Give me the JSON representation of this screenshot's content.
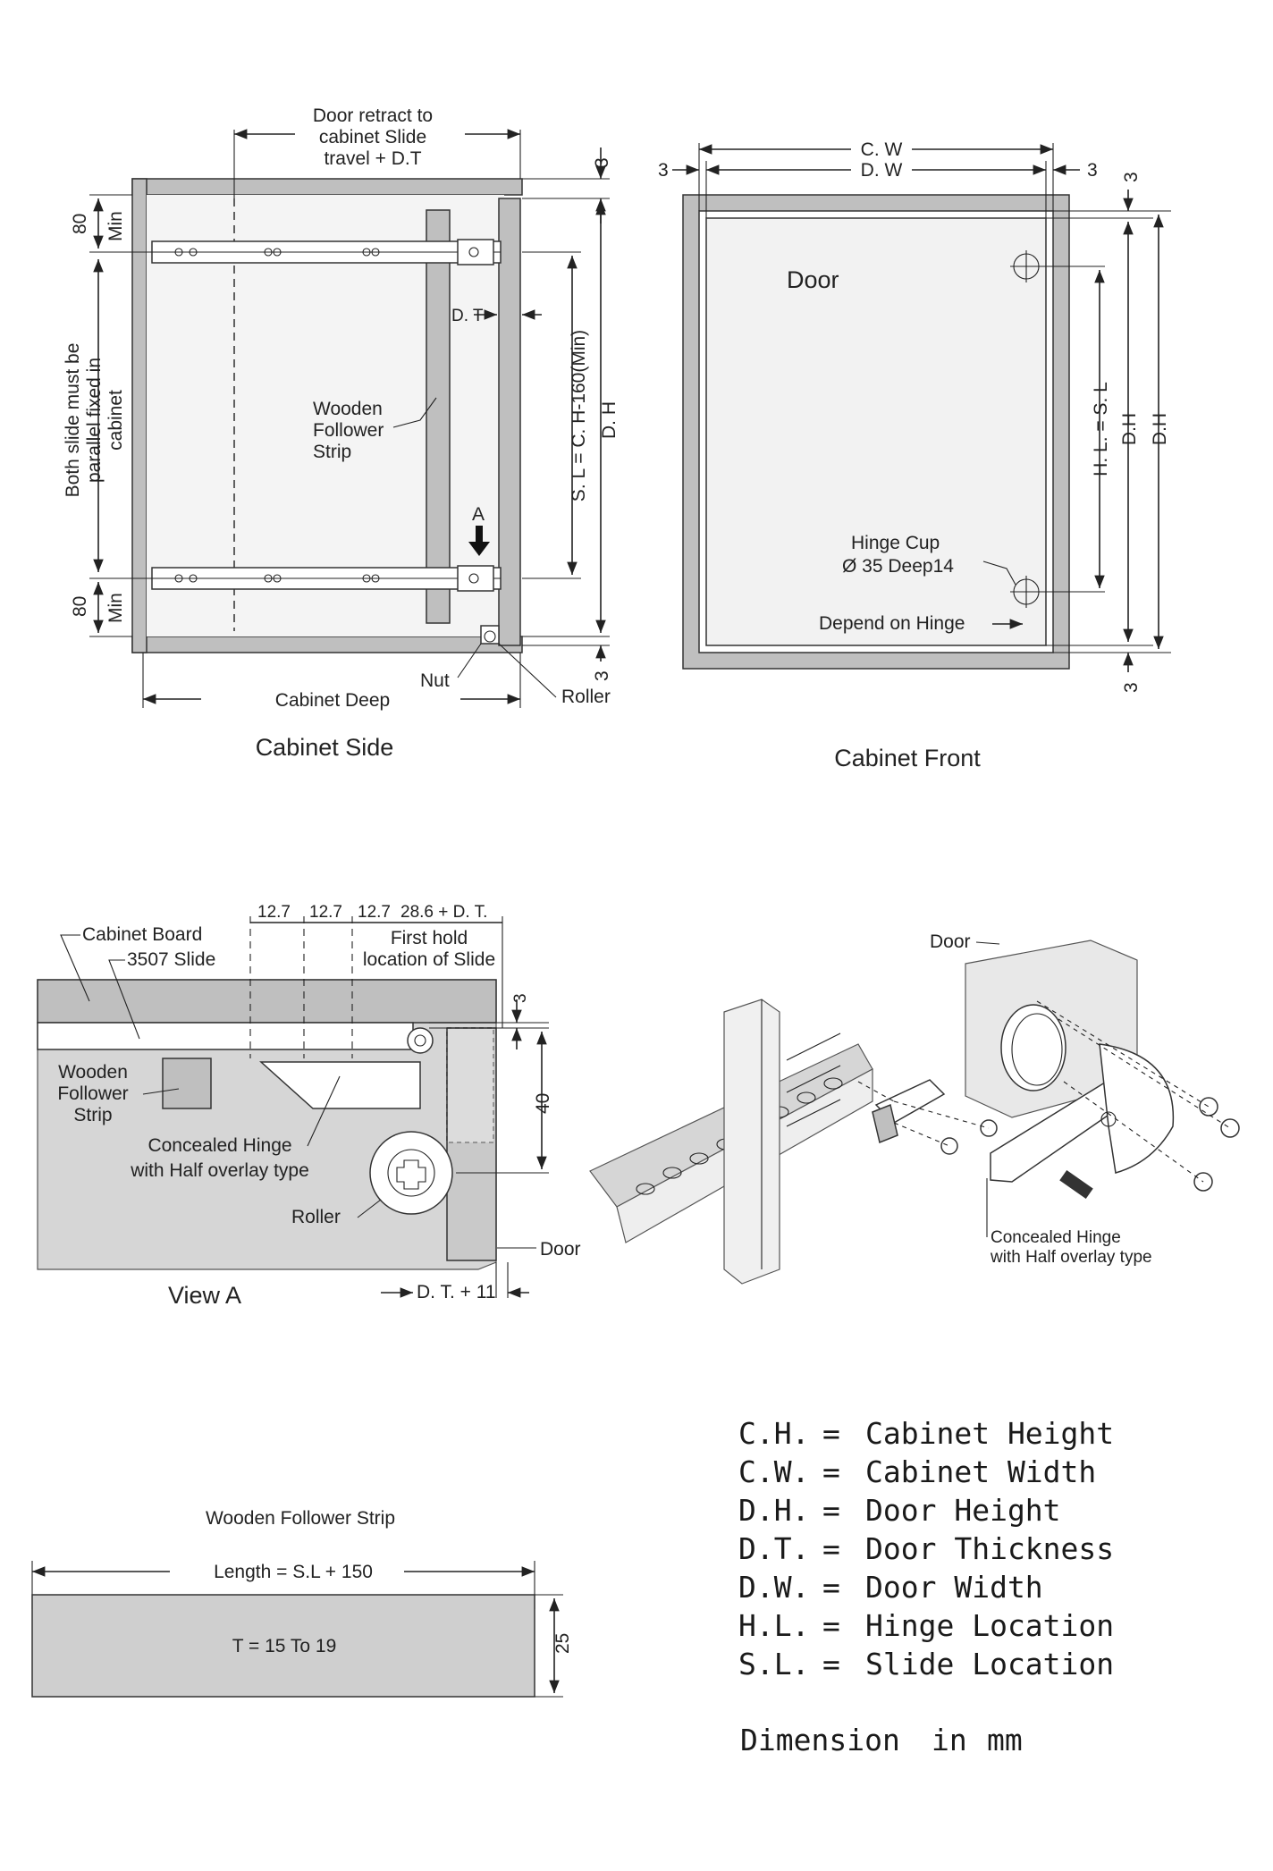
{
  "cabinet_side": {
    "title": "Cabinet Side",
    "door_retract": [
      "Door retract to",
      "cabinet Slide",
      "travel + D.T"
    ],
    "dim_3_top": "3",
    "dim_3_bottom": "3",
    "dim_80_top": "80",
    "dim_80_bottom": "80",
    "min_top": "Min",
    "min_bottom": "Min",
    "parallel_note": [
      "Both slide must be",
      "parallel fixed in",
      "cabinet"
    ],
    "dt_label": "D. T",
    "sl_label": "S. L = C. H-160(Min)",
    "dh_label": "D. H",
    "wooden_follower": [
      "Wooden",
      "Follower",
      "Strip"
    ],
    "arrow_a": "A",
    "nut": "Nut",
    "roller": "Roller",
    "cabinet_deep": "Cabinet Deep"
  },
  "cabinet_front": {
    "title": "Cabinet Front",
    "cw": "C. W",
    "dw": "D. W",
    "dim_3_left": "3",
    "dim_3_right": "3",
    "dim_3_top": "3",
    "dim_3_bottom": "3",
    "door": "Door",
    "hinge_cup": [
      "Hinge Cup",
      "Ø 35 Deep14"
    ],
    "depend_on_hinge": "Depend on Hinge",
    "hl_sl": "H. L. = S. L",
    "dh1": "D.H",
    "dh2": "D.H"
  },
  "view_a": {
    "title": "View A",
    "dim_127a": "12.7",
    "dim_127b": "12.7",
    "dim_127c": "12.7",
    "dim_286": "28.6 + D. T.",
    "first_hold": [
      "First hold",
      "location of Slide"
    ],
    "cabinet_board": "Cabinet Board",
    "slide_3507": "3507 Slide",
    "wooden_follower": [
      "Wooden",
      "Follower",
      "Strip"
    ],
    "concealed_hinge": [
      "Concealed Hinge",
      "with Half overlay type"
    ],
    "roller": "Roller",
    "door": "Door",
    "dim_3": "3",
    "dim_40": "40",
    "dt_11": "D. T. + 11"
  },
  "exploded": {
    "door": "Door",
    "concealed_hinge": [
      "Concealed Hinge",
      "with Half overlay type"
    ]
  },
  "strip": {
    "title": "Wooden Follower Strip",
    "length": "Length = S.L + 150",
    "thickness": "T = 15 To 19",
    "dim_25": "25"
  },
  "legend": {
    "rows": [
      {
        "abbr": "C.H.",
        "eq": "=",
        "meaning": "Cabinet Height"
      },
      {
        "abbr": "C.W.",
        "eq": "=",
        "meaning": "Cabinet Width"
      },
      {
        "abbr": "D.H.",
        "eq": "=",
        "meaning": "Door Height"
      },
      {
        "abbr": "D.T.",
        "eq": "=",
        "meaning": "Door Thickness"
      },
      {
        "abbr": "D.W.",
        "eq": "=",
        "meaning": "Door Width"
      },
      {
        "abbr": "H.L.",
        "eq": "=",
        "meaning": "Hinge Location"
      },
      {
        "abbr": "S.L.",
        "eq": "=",
        "meaning": "Slide Location"
      }
    ],
    "units_label": "Dimension",
    "units_in": "in",
    "units_mm": "mm"
  }
}
